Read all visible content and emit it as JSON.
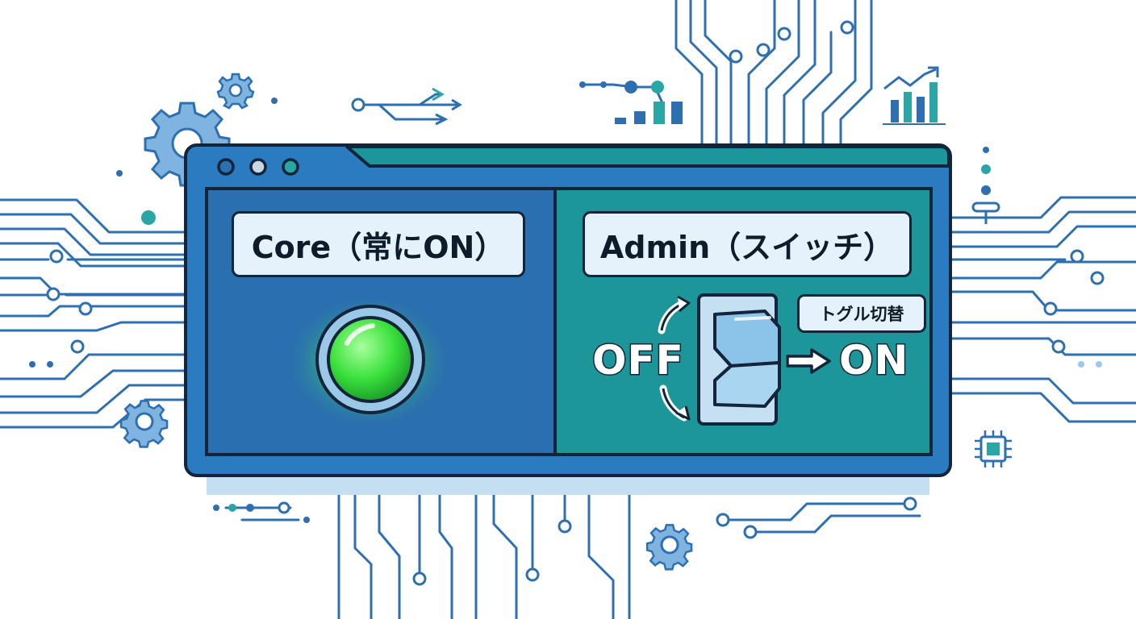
{
  "window": {
    "controls": [
      "window-dot-1",
      "window-dot-2",
      "window-dot-3"
    ],
    "colors": {
      "frame": "#2a7bbf",
      "left_panel": "#2a6fb0",
      "right_panel": "#1d9699",
      "circuit": "#2e6fb0",
      "teal": "#2aa6a6"
    }
  },
  "core_panel": {
    "title": "Core（常にON）",
    "indicator": {
      "icon": "led-indicator-icon",
      "state": "on",
      "color": "#39e03c"
    }
  },
  "admin_panel": {
    "title": "Admin（スイッチ）",
    "toggle_caption": "トグル切替",
    "off_label": "OFF",
    "on_label": "ON",
    "switch_icon": "toggle-switch-icon"
  },
  "decorations": [
    "gear-icon",
    "gear-icon-small",
    "bar-chart-icon",
    "chip-icon",
    "arrows-icon",
    "circuit-traces"
  ]
}
